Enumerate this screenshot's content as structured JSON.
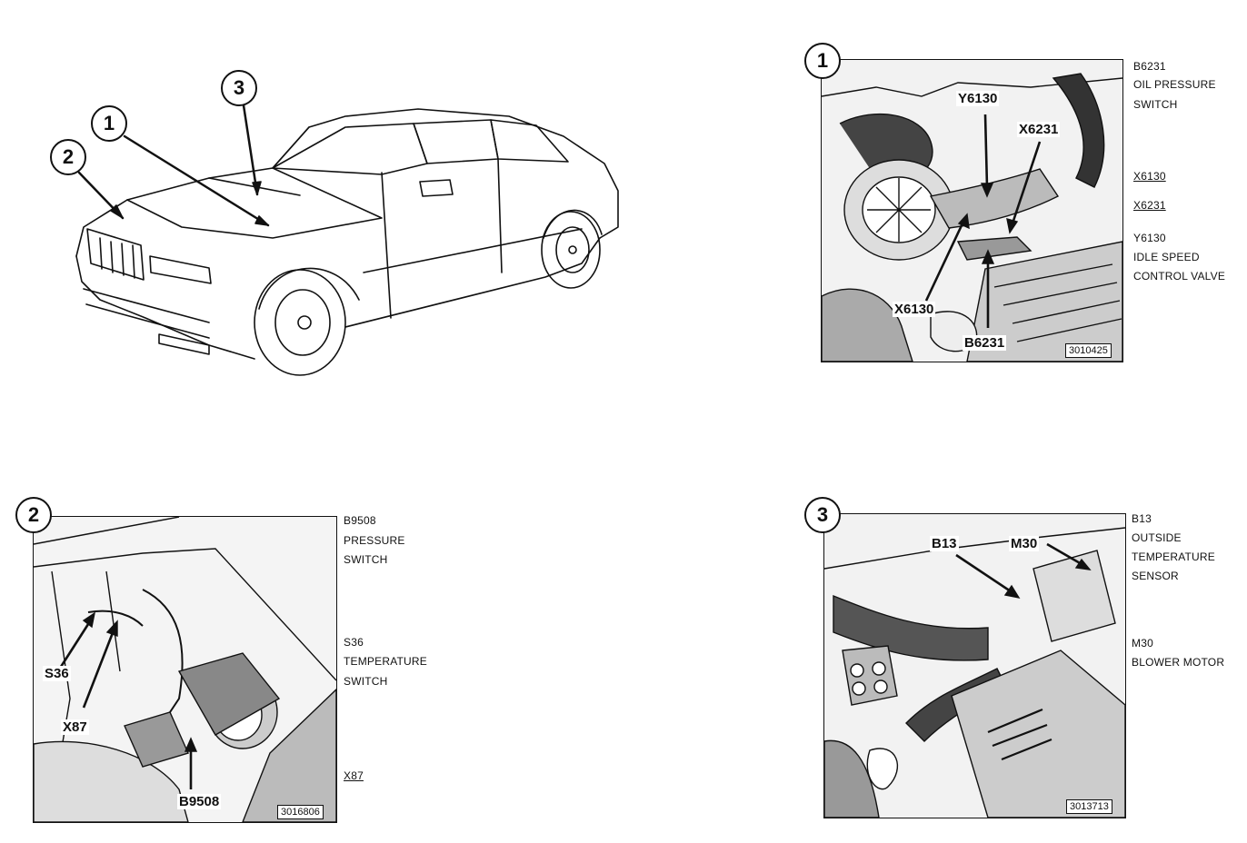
{
  "overview": {
    "callouts": [
      "1",
      "2",
      "3"
    ]
  },
  "panel1": {
    "number": "1",
    "codes": [
      "Y6130",
      "X6231",
      "X6130",
      "B6231"
    ],
    "figure_id": "3010425",
    "legend": [
      "B6231",
      "OIL PRESSURE",
      "SWITCH",
      "X6130",
      "X6231",
      "Y6130",
      "IDLE SPEED",
      "CONTROL VALVE"
    ]
  },
  "panel2": {
    "number": "2",
    "codes": [
      "S36",
      "X87",
      "B9508"
    ],
    "figure_id": "3016806",
    "legend": [
      "B9508",
      "PRESSURE",
      "SWITCH",
      "S36",
      "TEMPERATURE",
      "SWITCH",
      "X87"
    ]
  },
  "panel3": {
    "number": "3",
    "codes": [
      "B13",
      "M30"
    ],
    "figure_id": "3013713",
    "legend": [
      "B13",
      "OUTSIDE",
      "TEMPERATURE",
      "SENSOR",
      "M30",
      "BLOWER MOTOR"
    ]
  }
}
